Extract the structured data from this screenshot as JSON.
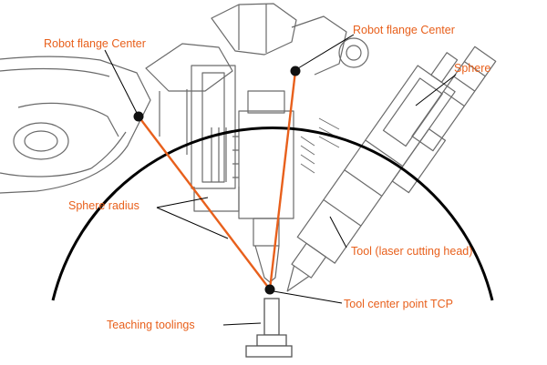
{
  "labels": {
    "flange_left": "Robot flange Center",
    "flange_top": "Robot flange Center",
    "sphere": "Sphere",
    "sphere_radius": "Sphere radius",
    "tool": "Tool (laser cutting head)",
    "tcp": "Tool center point TCP",
    "teaching": "Teaching toolings"
  },
  "colors": {
    "label": "#e8601c",
    "radius_line": "#e8601c",
    "sphere_arc": "#000000",
    "line_art": "#6a6a6a"
  }
}
